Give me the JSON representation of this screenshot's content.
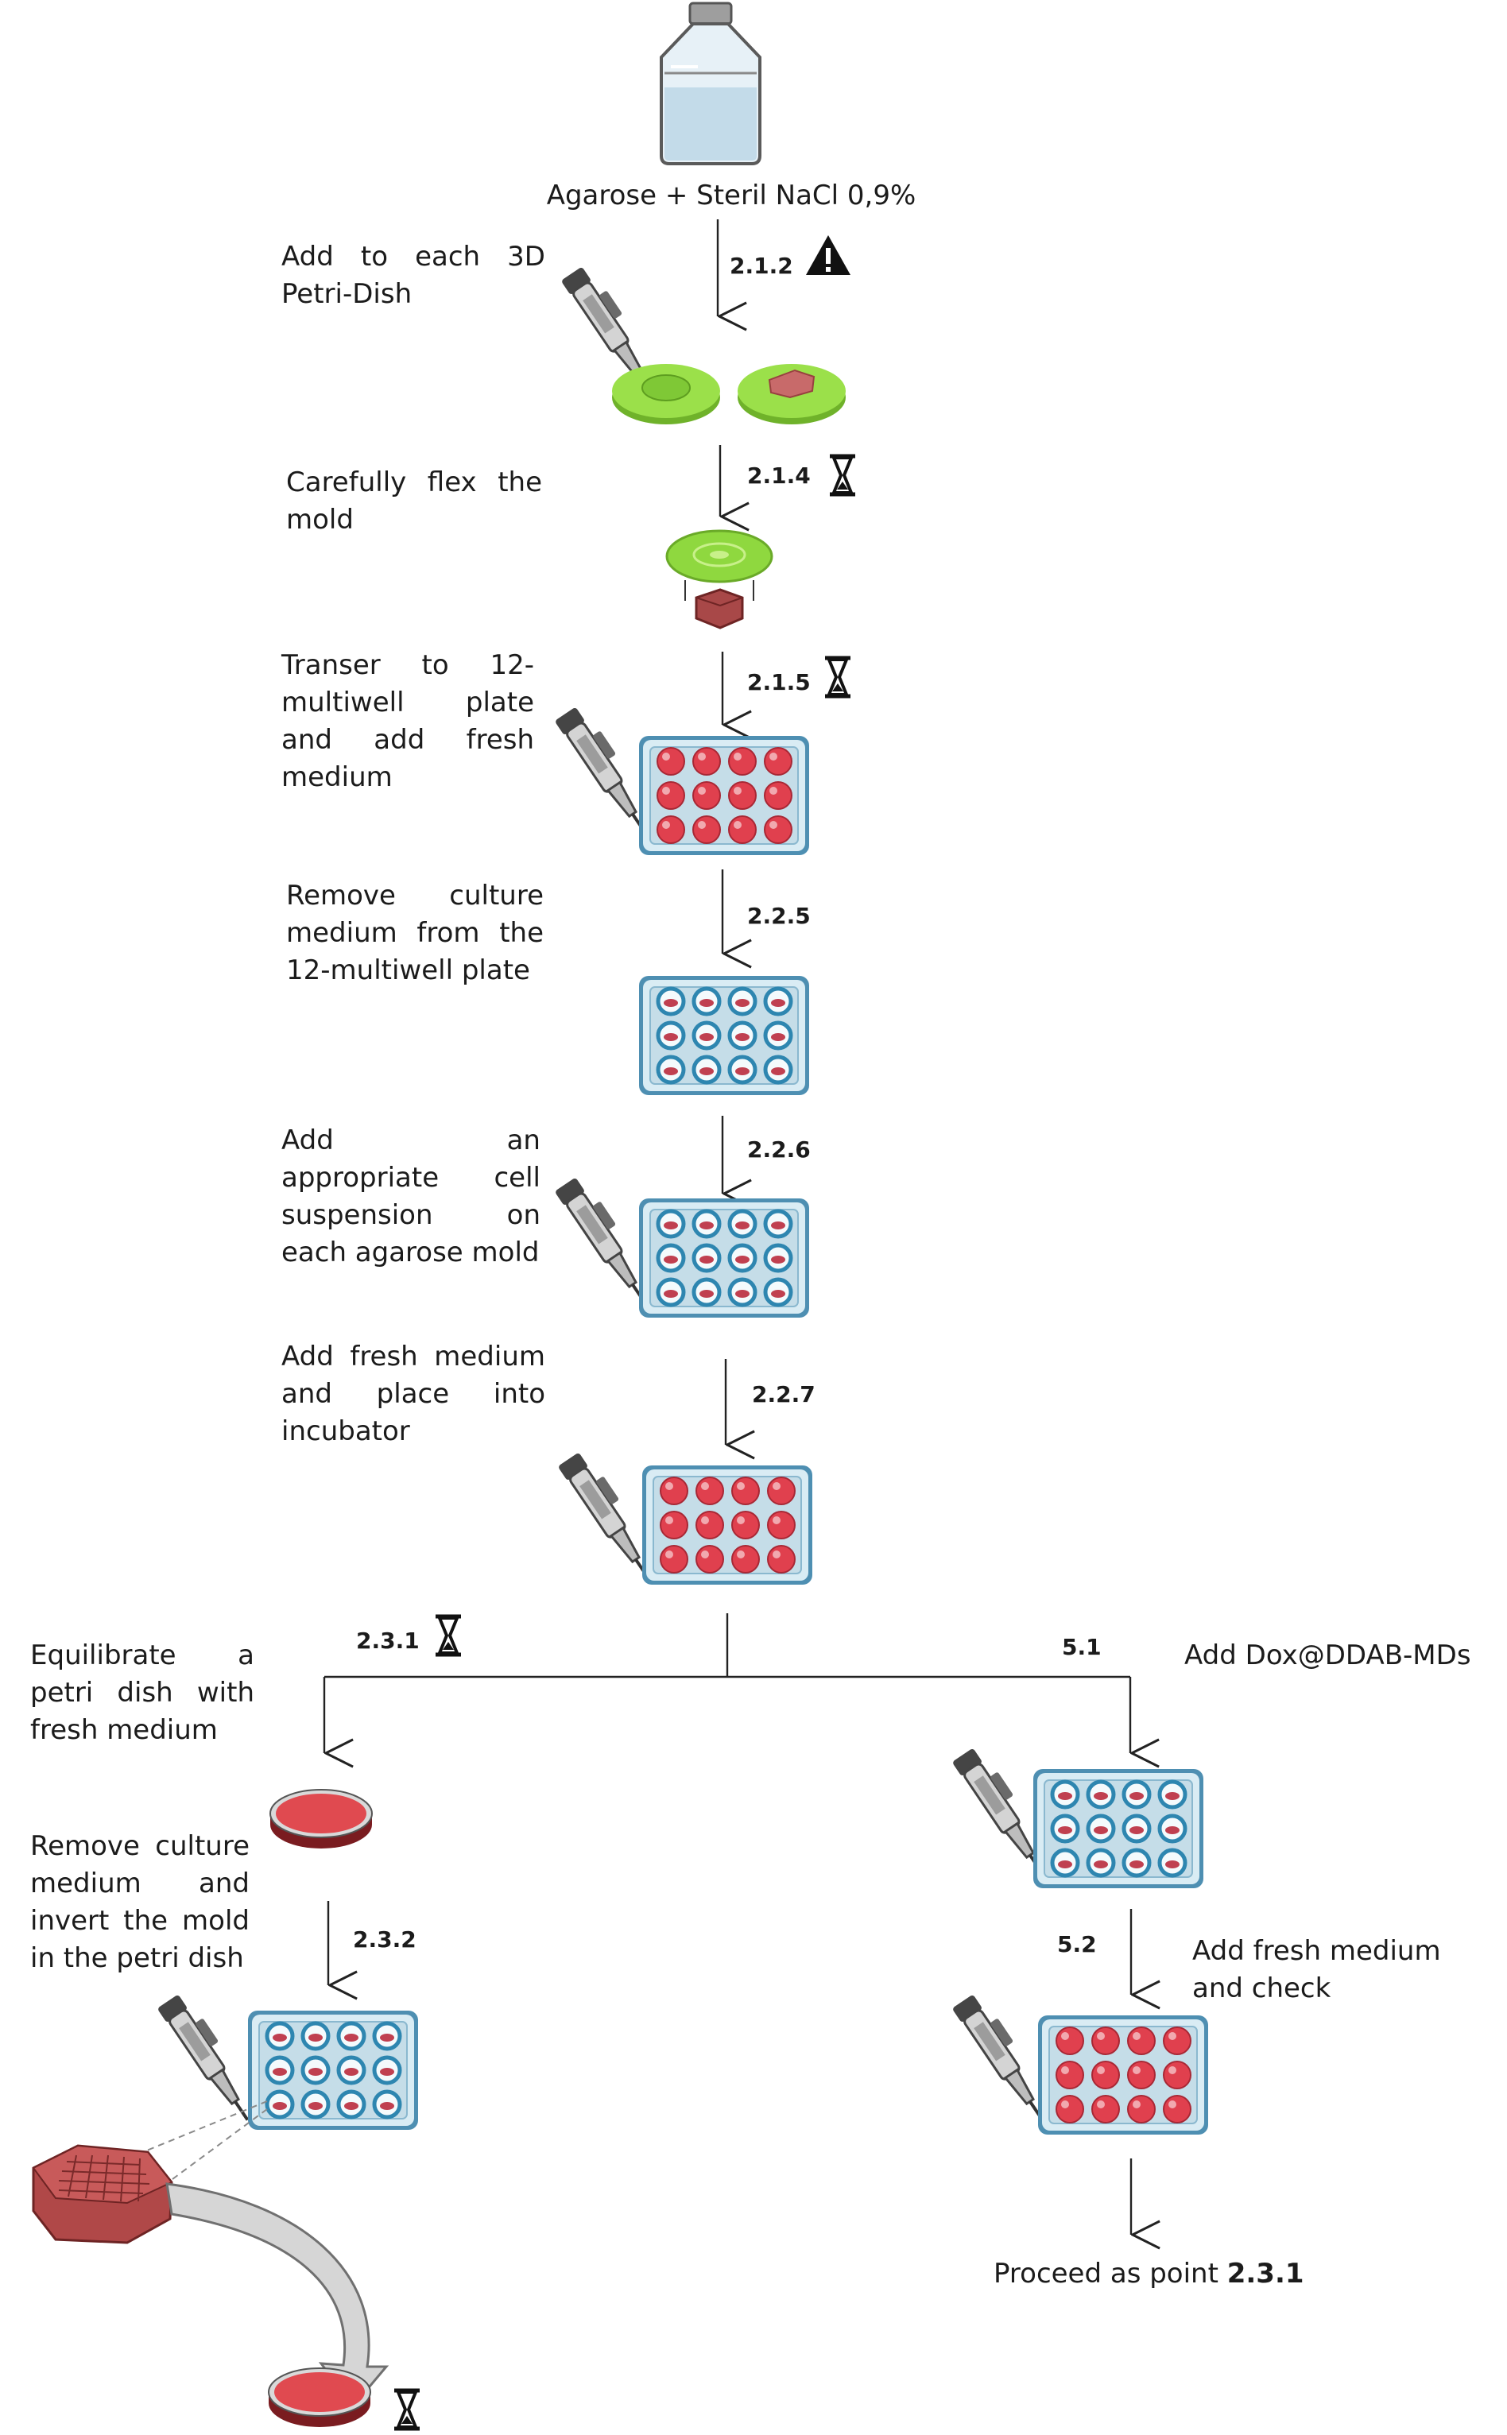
{
  "stock_label": "Agarose + Steril NaCl 0,9%",
  "steps": {
    "s212": "2.1.2",
    "s214": "2.1.4",
    "s215": "2.1.5",
    "s225": "2.2.5",
    "s226": "2.2.6",
    "s227": "2.2.7",
    "s231": "2.3.1",
    "s232": "2.3.2",
    "s51": "5.1",
    "s52": "5.2"
  },
  "instructions": {
    "add_to_dish": "Add to each 3D Petri-Dish",
    "flex_mold": "Carefully flex the mold",
    "transfer": "Transer to 12-multiwell plate and add fresh medium",
    "remove_medium": "Remove culture medium from the 12-multiwell plate",
    "add_cells": "Add an appropriate cell suspension on each agarose mold",
    "add_fresh_incubate": "Add fresh medium and place into incubator",
    "equilibrate": "Equilibrate a petri dish with fresh medium",
    "remove_invert": "Remove culture medium and invert the mold in the petri dish",
    "add_dox": "Add Dox@DDAB-MDs",
    "add_fresh_check": "Add fresh medium and check"
  },
  "proceed": {
    "prefix": "Proceed as point ",
    "ref": "2.3.1"
  },
  "icons": {
    "warning": "warning-triangle-icon",
    "timer": "hourglass-icon",
    "pipette": "pipette-icon",
    "bottle": "bottle-icon",
    "plate": "multiwell-plate-icon",
    "petri": "petri-dish-icon",
    "mold": "agarose-mold-icon"
  },
  "colors": {
    "mold_green": "#86d13a",
    "well_red": "#e0404e",
    "plate_blue": "#c5dde8",
    "well_blue": "#2e86b0",
    "mold_red": "#b04848"
  }
}
